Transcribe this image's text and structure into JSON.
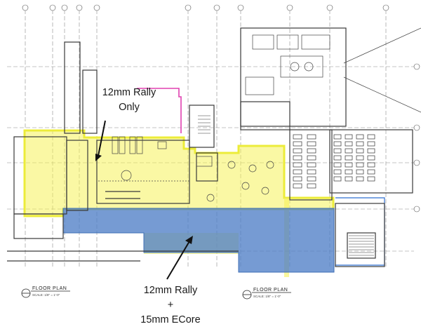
{
  "callouts": {
    "rally_only": {
      "line1": "12mm Rally",
      "line2": "Only"
    },
    "rally_ecore": {
      "line1": "12mm Rally",
      "line2": "+",
      "line3": "15mm ECore"
    }
  },
  "plan_labels": {
    "left": {
      "title": "FLOOR PLAN",
      "scale": "SCALE: 1/8\" = 1'-0\""
    },
    "right": {
      "title": "FLOOR PLAN",
      "scale": "SCALE: 1/8\" = 1'-0\""
    }
  },
  "colors": {
    "rally_only_zone": "#f5f25a",
    "rally_ecore_zone": "#4f7fc6",
    "linework": "#3a3a3a",
    "accent_magenta": "#e040b0",
    "accent_blue_line": "#2f6fd0"
  }
}
